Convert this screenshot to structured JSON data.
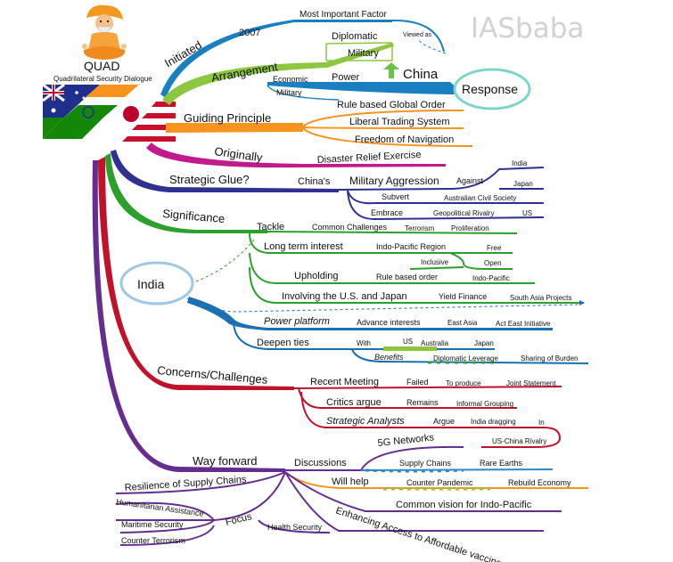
{
  "watermark": "IASbaba",
  "header": {
    "title": "QUAD",
    "subtitle": "Quadrilateral Security Dialogue"
  },
  "branches": {
    "initiated": {
      "label": "Initiated",
      "year": "2007",
      "most_important": "Most Important Factor",
      "viewed_as": "Viewed as",
      "response": "Response",
      "color": "#1a7fc1"
    },
    "arrangement": {
      "label": "Arrangement",
      "diplomatic": "Diplomatic",
      "military": "Military",
      "economic": "Economic",
      "power": "Power",
      "military2": "Military",
      "china": "China",
      "color": "#8dc63f"
    },
    "guiding": {
      "label": "Guiding Principle",
      "items": [
        "Rule based Global Order",
        "Liberal Trading System",
        "Freedom of Navigation"
      ],
      "color": "#f7941d"
    },
    "originally": {
      "label": "Originally",
      "item": "Disaster Relief Exercise",
      "color": "#c2198d"
    },
    "glue": {
      "label": "Strategic Glue?",
      "chinas": "China's",
      "aggression": "Military Aggression",
      "against": "Against",
      "india": "India",
      "japan": "Japan",
      "subvert": "Subvert",
      "civil": "Australian Civil Society",
      "embrace": "Embrace",
      "rivalry": "Geopolitical Rivalry",
      "us": "US",
      "color": "#2e3192"
    },
    "significance": {
      "label": "Significance",
      "tackle": "Tackle",
      "challenges": "Common Challenges",
      "terrorism": "Terrorism",
      "proliferation": "Proliferation",
      "long_term": "Long term interest",
      "indo_pacific_region": "Indo-Pacific Region",
      "free": "Free",
      "inclusive": "Inclusive",
      "open": "Open",
      "upholding": "Upholding",
      "rule_based": "Rule based order",
      "indo_pacific": "Indo-Pacific",
      "involving": "Involving the U.S. and Japan",
      "yield": "Yield Finance",
      "south_asia": "South Asia Projects",
      "color": "#2ca02c"
    },
    "india": {
      "label": "India",
      "power_platform": "Power platform",
      "advance": "Advance interests",
      "east_asia": "East Asia",
      "act_east": "Act East Initiative",
      "deepen": "Deepen ties",
      "with": "With",
      "us": "US",
      "australia": "Australia",
      "japan": "Japan",
      "benefits": "Benefits",
      "leverage": "Diplomatic Leverage",
      "burden": "Sharing of Burden",
      "color": "#1a6fb5"
    },
    "concerns": {
      "label": "Concerns/Challenges",
      "recent": "Recent Meeting",
      "failed": "Failed",
      "produce": "To produce",
      "joint": "Joint Statement",
      "critics": "Critics argue",
      "remains": "Remains",
      "informal": "Informal Grouping",
      "analysts": "Strategic Analysts",
      "argue": "Argue",
      "dragging": "India dragging",
      "in": "In",
      "rivalry": "US-China Rivalry",
      "color": "#c0122b"
    },
    "way": {
      "label": "Way forward",
      "discussions": "Discussions",
      "g5": "5G Networks",
      "supply": "Supply Chains",
      "rare": "Rare Earths",
      "will_help": "Will help",
      "pandemic": "Counter Pandemic",
      "rebuild": "Rebuild Economy",
      "common_vision": "Common vision for Indo-Pacific",
      "vaccines": "Enhancing Access to Affordable vaccines",
      "resilience": "Resilience of Supply Chains",
      "humanitarian": "Humanitarian Assistance",
      "focus": "Focus",
      "maritime": "Maritime Security",
      "counter_terror": "Counter Terrorism",
      "health": "Health Security",
      "color": "#662d91"
    }
  }
}
